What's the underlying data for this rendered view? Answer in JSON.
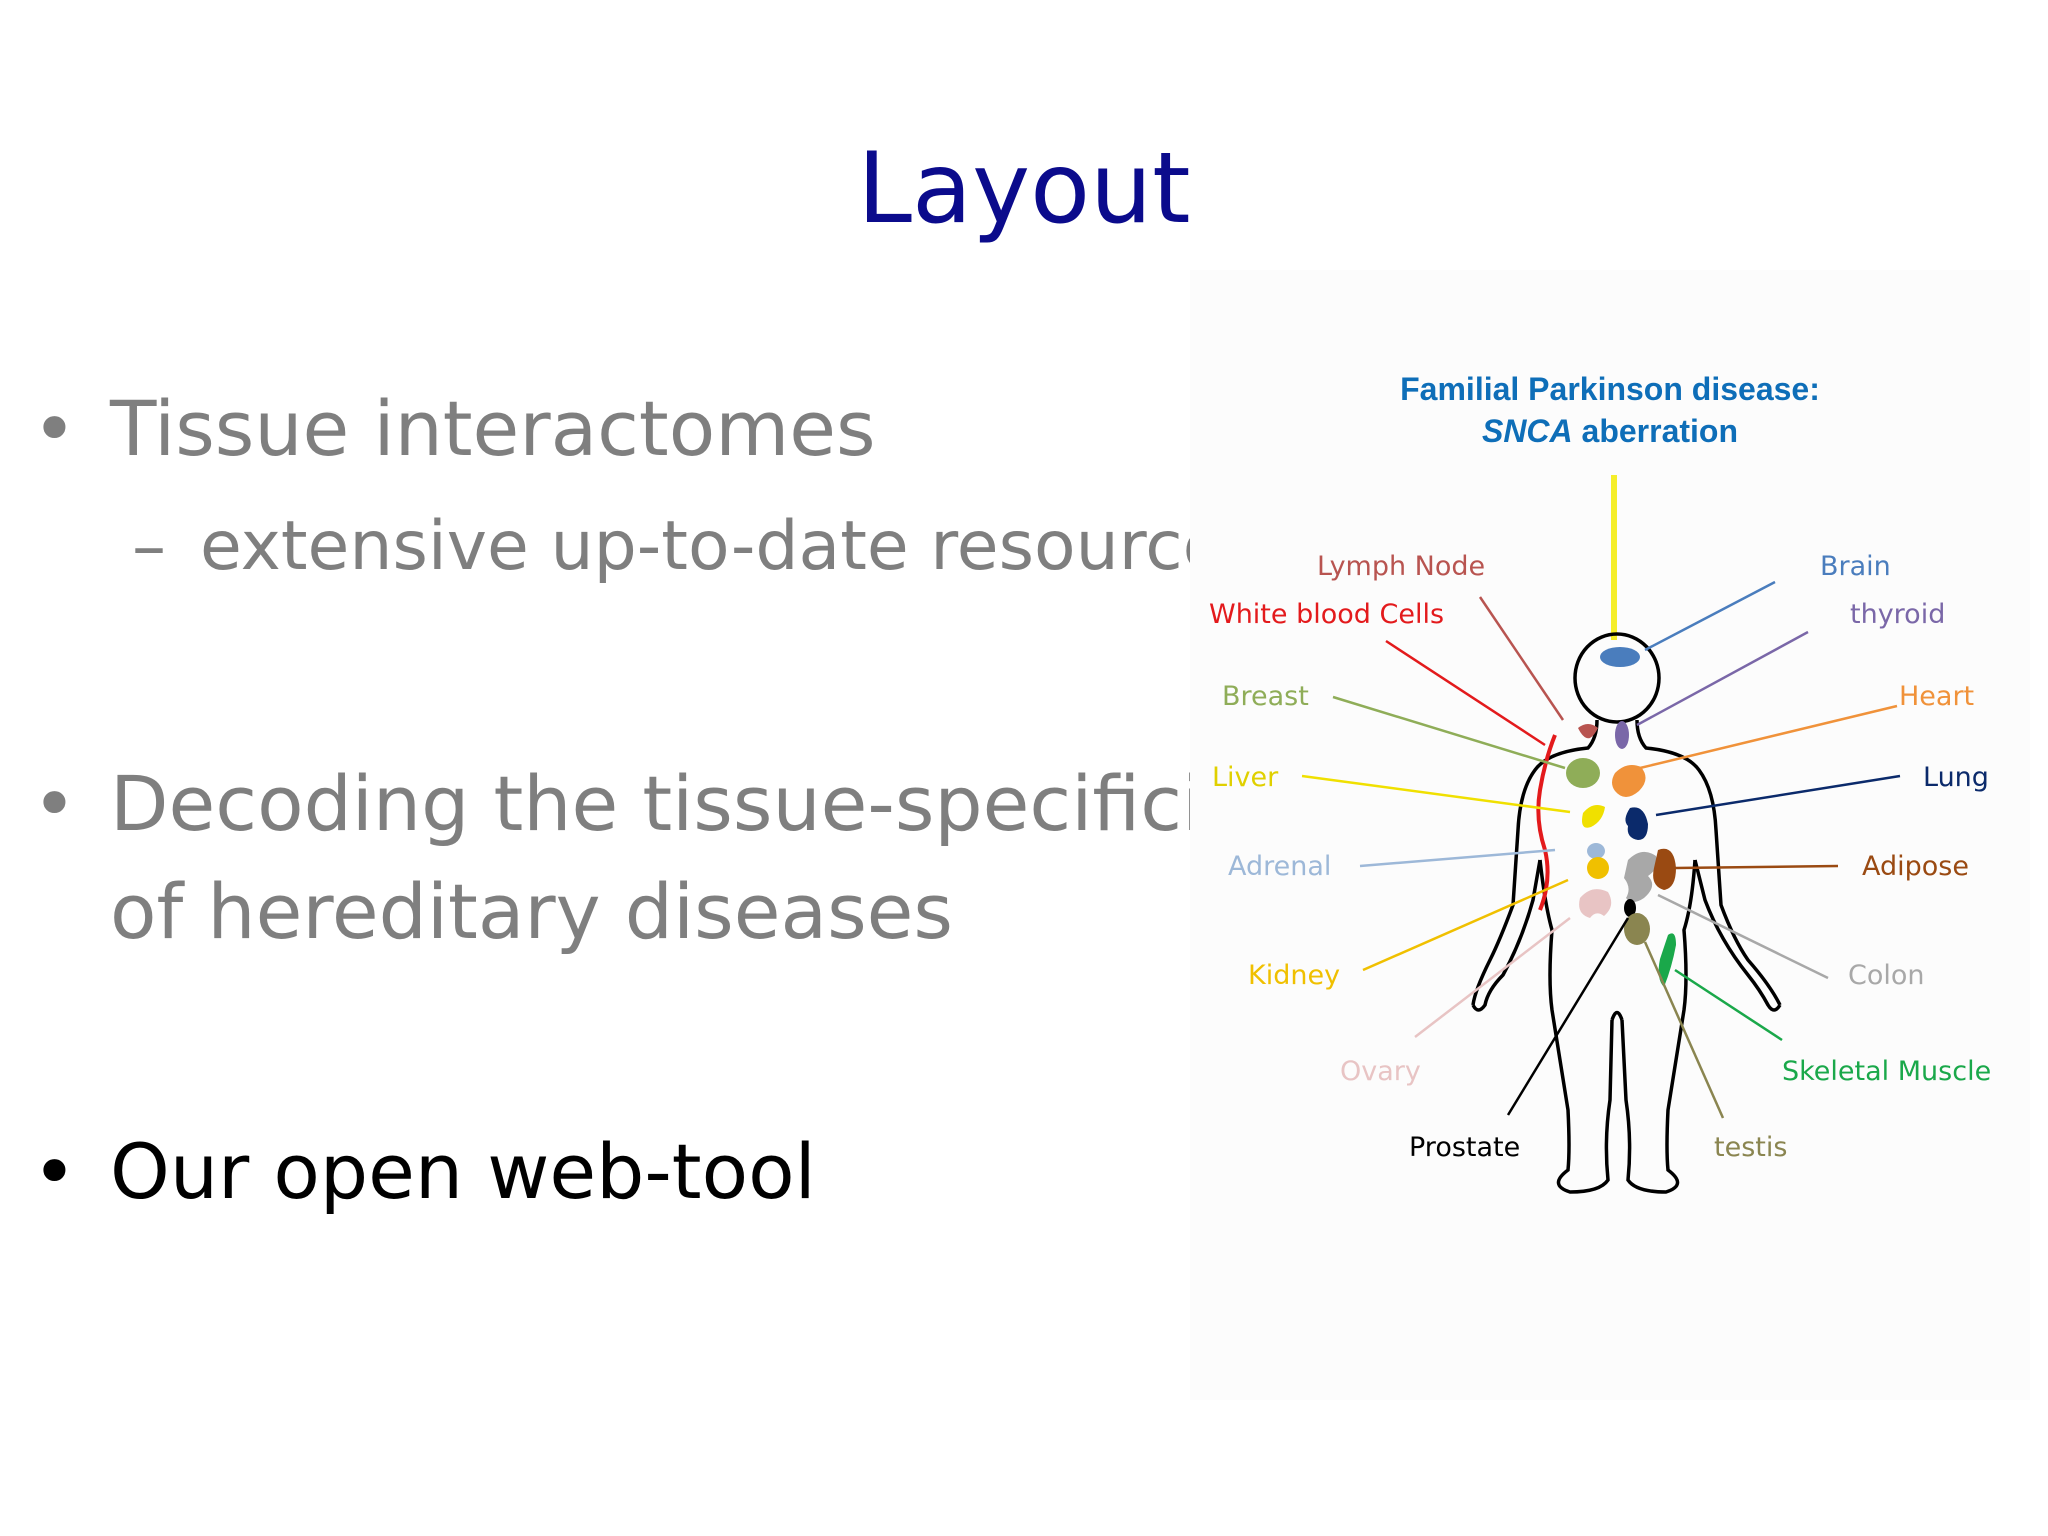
{
  "slide": {
    "title": "Layout",
    "bullets": [
      "Tissue interactomes",
      "Decoding the tissue-specificity",
      "of hereditary diseases",
      "Our open web-tool"
    ],
    "sub_bullet": "extensive up-to-date resource",
    "bullet_symbol": "•",
    "dash_symbol": "–"
  },
  "figure": {
    "title_line1": "Familial Parkinson disease:",
    "title_gene": "SNCA",
    "title_rest": " aberration",
    "labels": {
      "lymph_node": "Lymph Node",
      "white_blood_cells": "White blood Cells",
      "breast": "Breast",
      "liver": "Liver",
      "adrenal": "Adrenal",
      "kidney": "Kidney",
      "ovary": "Ovary",
      "prostate": "Prostate",
      "brain": "Brain",
      "thyroid": "thyroid",
      "heart": "Heart",
      "lung": "Lung",
      "adipose": "Adipose",
      "colon": "Colon",
      "skeletal_muscle": "Skeletal Muscle",
      "testis": "testis"
    },
    "colors": {
      "lymph_node": "#b85450",
      "white_blood_cells": "#e31a1c",
      "breast": "#8fad58",
      "liver": "#f0e000",
      "adrenal": "#9db8d8",
      "kidney": "#f0c000",
      "ovary": "#e8c4c4",
      "prostate": "#000000",
      "brain": "#4a7dbd",
      "thyroid": "#7a67a8",
      "heart": "#f0923a",
      "lung": "#0b2a6b",
      "adipose": "#9a4a12",
      "colon": "#a8a8a8",
      "skeletal_muscle": "#1aa84a",
      "testis": "#8a8550",
      "title": "#0e6eb8",
      "slide_title": "#0b0b8c"
    }
  }
}
